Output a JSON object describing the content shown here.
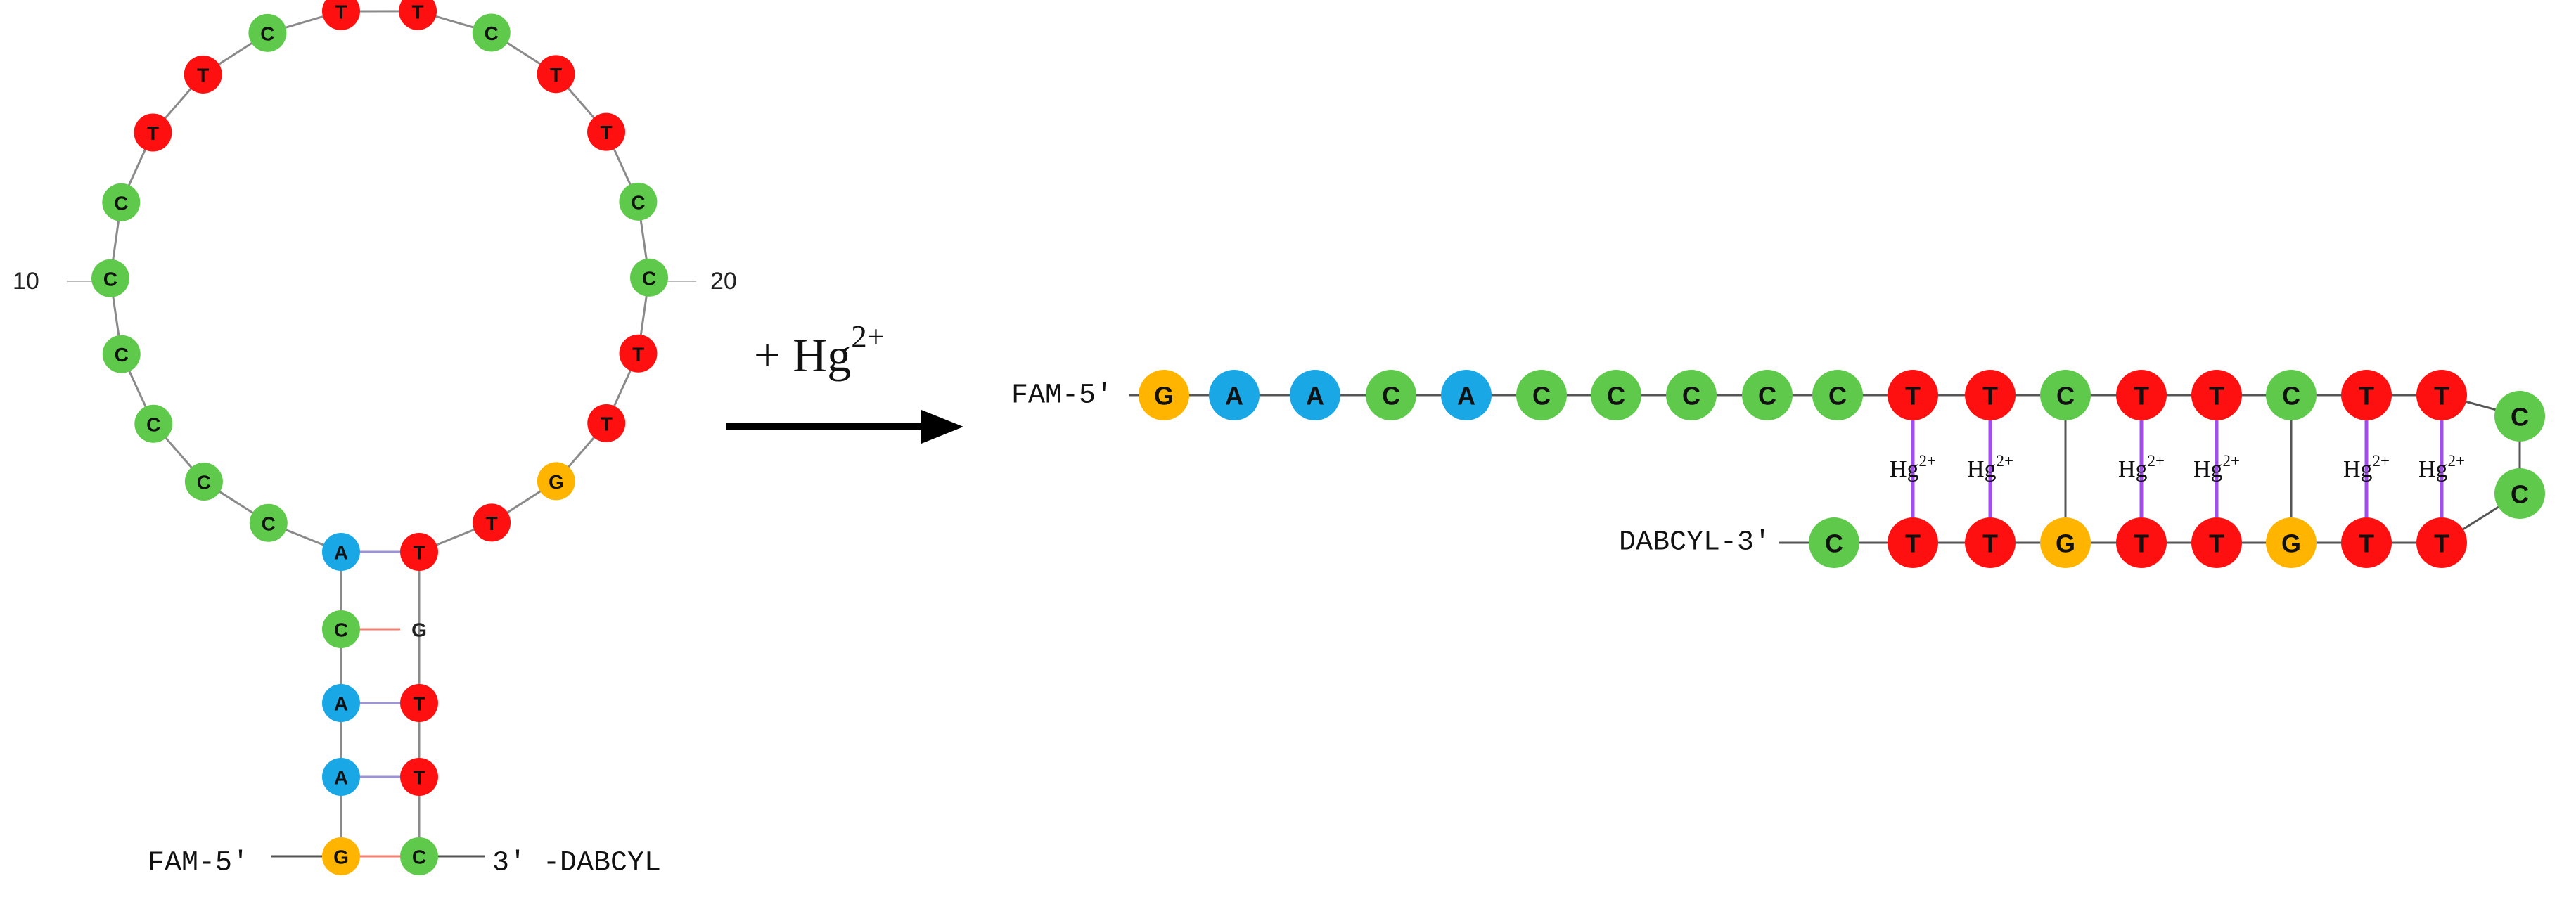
{
  "colors": {
    "A": "#19a7e6",
    "C": "#5ec94a",
    "G": "#ffb400",
    "T": "#ff1010",
    "backbone": "#8a8a8a",
    "hg_bond": "#a24df0",
    "gc_bond": "#f07f72",
    "at_bond": "#9b93d6",
    "text": "#111111"
  },
  "reagent": {
    "prefix": "+ Hg",
    "superscript": "2+"
  },
  "hairpin": {
    "five_prime_label": "FAM-5'",
    "three_prime_label": "3' -DABCYL",
    "number_10": "10",
    "number_20": "20",
    "stem_left": [
      "A",
      "A",
      "C",
      "A"
    ],
    "stem_right": [
      "T",
      "T",
      "G",
      "T"
    ],
    "stem_bottom_left": "G",
    "stem_bottom_right": "C",
    "loop": [
      "C",
      "C",
      "C",
      "C",
      "C",
      "C",
      "T",
      "T",
      "C",
      "T",
      "T",
      "C",
      "T",
      "T",
      "C",
      "C",
      "T",
      "T",
      "G",
      "T"
    ]
  },
  "duplex": {
    "five_prime_label": "FAM-5'",
    "three_prime_label": "DABCYL-3'",
    "single_strand": [
      "G",
      "A",
      "A",
      "C",
      "A",
      "C",
      "C",
      "C",
      "C",
      "C"
    ],
    "top_strand": [
      "T",
      "T",
      "C",
      "T",
      "T",
      "C",
      "T",
      "T"
    ],
    "turn": [
      "C",
      "C"
    ],
    "bottom_strand": [
      "C",
      "T",
      "T",
      "G",
      "T",
      "T",
      "G",
      "T",
      "T"
    ],
    "hg_label": "Hg",
    "hg_superscript": "2+"
  }
}
